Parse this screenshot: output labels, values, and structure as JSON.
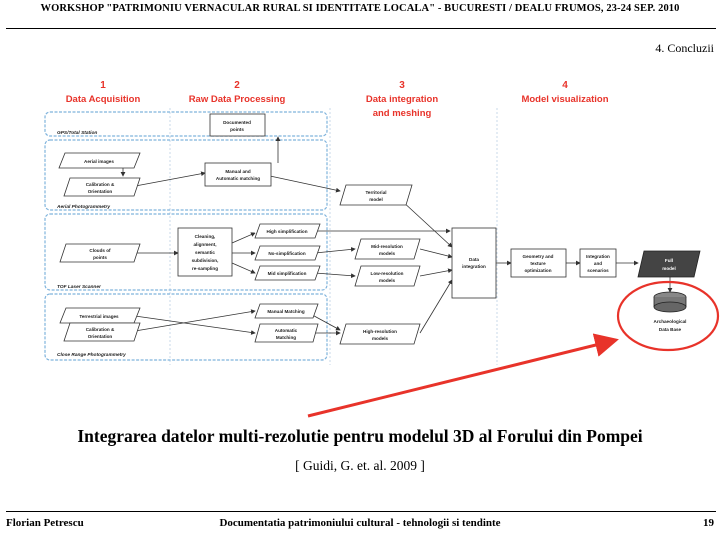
{
  "header": {
    "title": "WORKSHOP \"PATRIMONIU VERNACULAR RURAL SI IDENTITATE LOCALA\" - BUCURESTI / DEALU FRUMOS, 23-24 SEP. 2010",
    "section": "4. Concluzii"
  },
  "diagram": {
    "columns": [
      {
        "num": "1",
        "title": "Data Acquisition"
      },
      {
        "num": "2",
        "title": "Raw Data Processing"
      },
      {
        "num": "3",
        "title": "Data integration",
        "title2": "and meshing"
      },
      {
        "num": "4",
        "title": "Model visualization"
      }
    ],
    "bands": {
      "gps": "GPS/Total Station",
      "aerial": "Aerial Photogrammetry",
      "tof": "TOF Laser Scanner",
      "close": "Close Range Photogrammetry"
    },
    "boxes": {
      "documented_points": [
        "Documented",
        "points"
      ],
      "aerial_images": [
        "Aerial images"
      ],
      "calibration_aerial": [
        "Calibration &",
        "Orientation"
      ],
      "manual_auto_matching": [
        "Manual and",
        "Automatic matching"
      ],
      "territorial_model": [
        "Territorial",
        "model"
      ],
      "clouds_points": [
        "Clouds of",
        "points"
      ],
      "cleaning": [
        "Cleaning,",
        "alignment,",
        "semantic",
        "subdivision,",
        "re-sampling"
      ],
      "high_simplification": [
        "High simplification"
      ],
      "no_simplification": [
        "No-simplification"
      ],
      "mid_simplification": [
        "Mid simplification"
      ],
      "mid_res_models": [
        "Mid-resolution",
        "models"
      ],
      "low_res_models": [
        "Low-resolution",
        "models"
      ],
      "data_integration": [
        "Data",
        "integration"
      ],
      "geometry_texture": [
        "Geometry and",
        "texture",
        "optimization"
      ],
      "integration_scenario": [
        "Integration",
        "and",
        "scenarios"
      ],
      "full_model": [
        "Full",
        "model"
      ],
      "terrestrial_images": [
        "Terrestrial images"
      ],
      "calibration_close": [
        "Calibration &",
        "Orientation"
      ],
      "manual_matching": [
        "Manual Matching"
      ],
      "auto_matching": [
        "Automatic",
        "Matching"
      ],
      "high_res_models": [
        "High-resolution",
        "models"
      ],
      "archaeological_db": [
        "Archaeological",
        "Data Base"
      ]
    },
    "colors": {
      "accent": "#e8332a",
      "band_border": "#7fb3dc",
      "dark_box": "#444444"
    }
  },
  "caption": "Integrarea datelor multi-rezolutie pentru modelul 3D al Forului din Pompei",
  "reference": "[ Guidi, G. et. al. 2009 ]",
  "footer": {
    "author": "Florian Petrescu",
    "center": "Documentatia patrimoniului cultural - tehnologii si tendinte",
    "page": "19"
  }
}
